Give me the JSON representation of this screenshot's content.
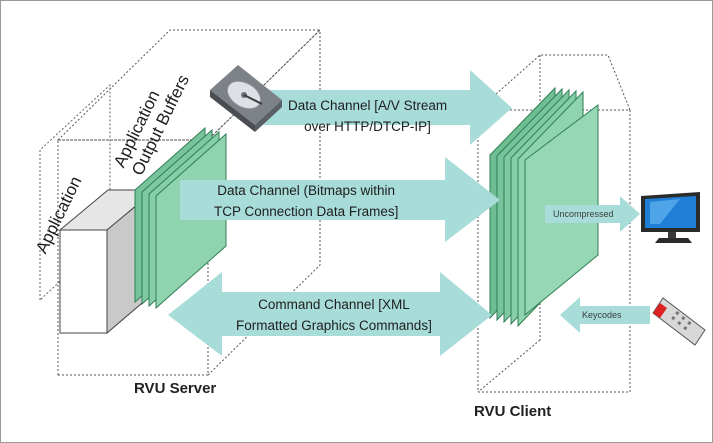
{
  "server": {
    "title": "RVU Server",
    "layer_labels": [
      "Application",
      "Application",
      "Output Buffers"
    ]
  },
  "client": {
    "title": "RVU Client"
  },
  "channels": {
    "av_stream": [
      "Data Channel [A/V Stream",
      "over HTTP/DTCP-IP]"
    ],
    "bitmaps": [
      "Data Channel (Bitmaps within",
      "TCP Connection Data Frames]"
    ],
    "command": [
      "Command Channel [XML",
      "Formatted Graphics Commands]"
    ]
  },
  "io": {
    "display_label": "Uncompressed",
    "remote_label": "Keycodes"
  },
  "icons": [
    "hard-drive-icon",
    "monitor-icon",
    "remote-control-icon"
  ],
  "colors": {
    "arrow": "#a7dcd9",
    "buffer": "#7fc9a2",
    "buffer_edge": "#2f7d55"
  }
}
